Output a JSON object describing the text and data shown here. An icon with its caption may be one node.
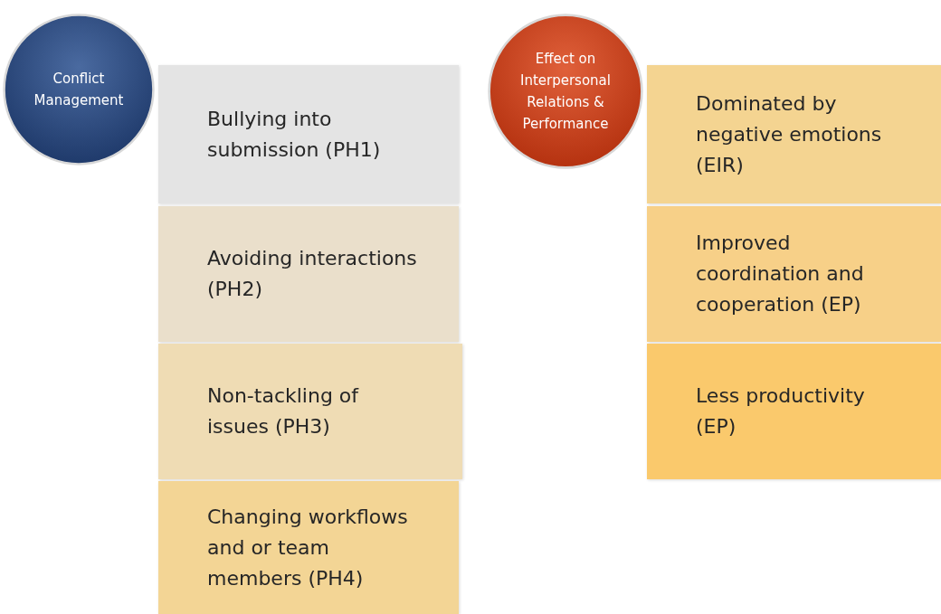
{
  "diagram": {
    "nodes": [
      {
        "text": [
          "Conflict Management"
        ]
      },
      {
        "text": [
          "Bullying into submission (PH1)"
        ]
      },
      {
        "text": [
          "Avoiding interactions (PH2)"
        ]
      },
      {
        "text": [
          "Non-tackling of issues (PH3)"
        ]
      },
      {
        "text": [
          "Changing workflows and or team members (PH4)"
        ]
      },
      {
        "text": [
          "Effect on Interpersonal Relations & Performance"
        ]
      },
      {
        "text": [
          "Dominated by negative emotions (EIR)"
        ]
      },
      {
        "text": [
          "Improved coordination and cooperation (EP)"
        ]
      },
      {
        "text": [
          "Less productivity (EP)"
        ]
      }
    ]
  }
}
